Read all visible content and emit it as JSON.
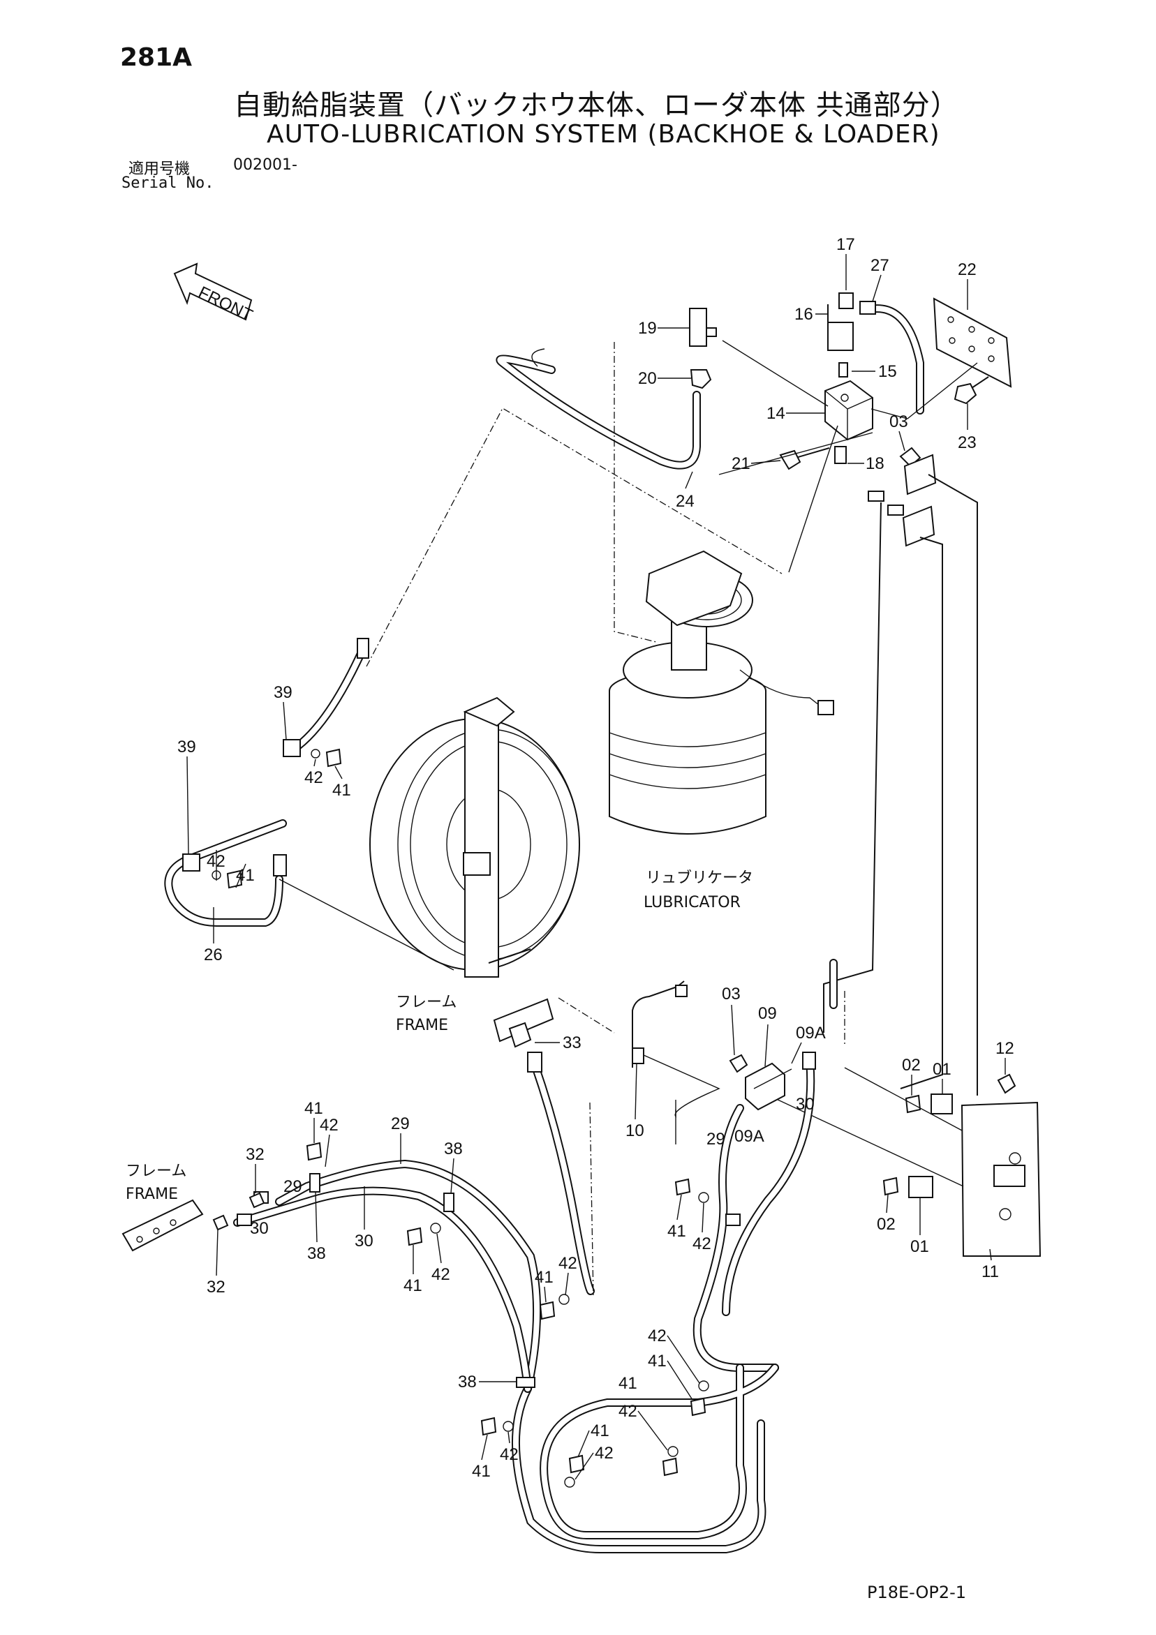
{
  "header": {
    "page_number": "281A",
    "title_jp": "自動給脂装置（バックホウ本体、ローダ本体 共通部分）",
    "title_en": "AUTO-LUBRICATION SYSTEM (BACKHOE & LOADER)",
    "serial_label_jp": "適用号機",
    "serial_label_en": "Serial No.",
    "serial_value": "002001-"
  },
  "front_arrow": {
    "text": "FRONT"
  },
  "captions": {
    "lubricator_jp": "リュブリケータ",
    "lubricator_en": "LUBRICATOR",
    "frame_jp": "フレーム",
    "frame_en": "FRAME"
  },
  "callouts": {
    "c17": "17",
    "c27": "27",
    "c22": "22",
    "c16": "16",
    "c19": "19",
    "c15": "15",
    "c20": "20",
    "c14": "14",
    "c03a": "03",
    "c23": "23",
    "c21": "21",
    "c18": "18",
    "c24": "24",
    "c39a": "39",
    "c39b": "39",
    "c42a": "42",
    "c41a": "41",
    "c42b": "42",
    "c41b": "41",
    "c26": "26",
    "c33": "33",
    "c03b": "03",
    "c09": "09",
    "c09Aa": "09A",
    "c12": "12",
    "c02a": "02",
    "c01a": "01",
    "c30a": "30",
    "c10": "10",
    "c29a": "29",
    "c09Ab": "09A",
    "c11": "11",
    "c02b": "02",
    "c01b": "01",
    "c41c": "41",
    "c42c": "42",
    "c29b": "29",
    "c38a": "38",
    "c32a": "32",
    "c29c": "29",
    "c30b": "30",
    "c38b": "38",
    "c30c": "30",
    "c32b": "32",
    "c41d": "41",
    "c42d": "42",
    "c41e": "41",
    "c42e": "42",
    "c41f": "41",
    "c42f": "42",
    "c42g": "42",
    "c41g": "41",
    "c38c": "38",
    "c41h": "41",
    "c42h": "42",
    "c41i": "41",
    "c42i": "42"
  },
  "footer": {
    "drawing_code": "P18E-OP2-1"
  }
}
